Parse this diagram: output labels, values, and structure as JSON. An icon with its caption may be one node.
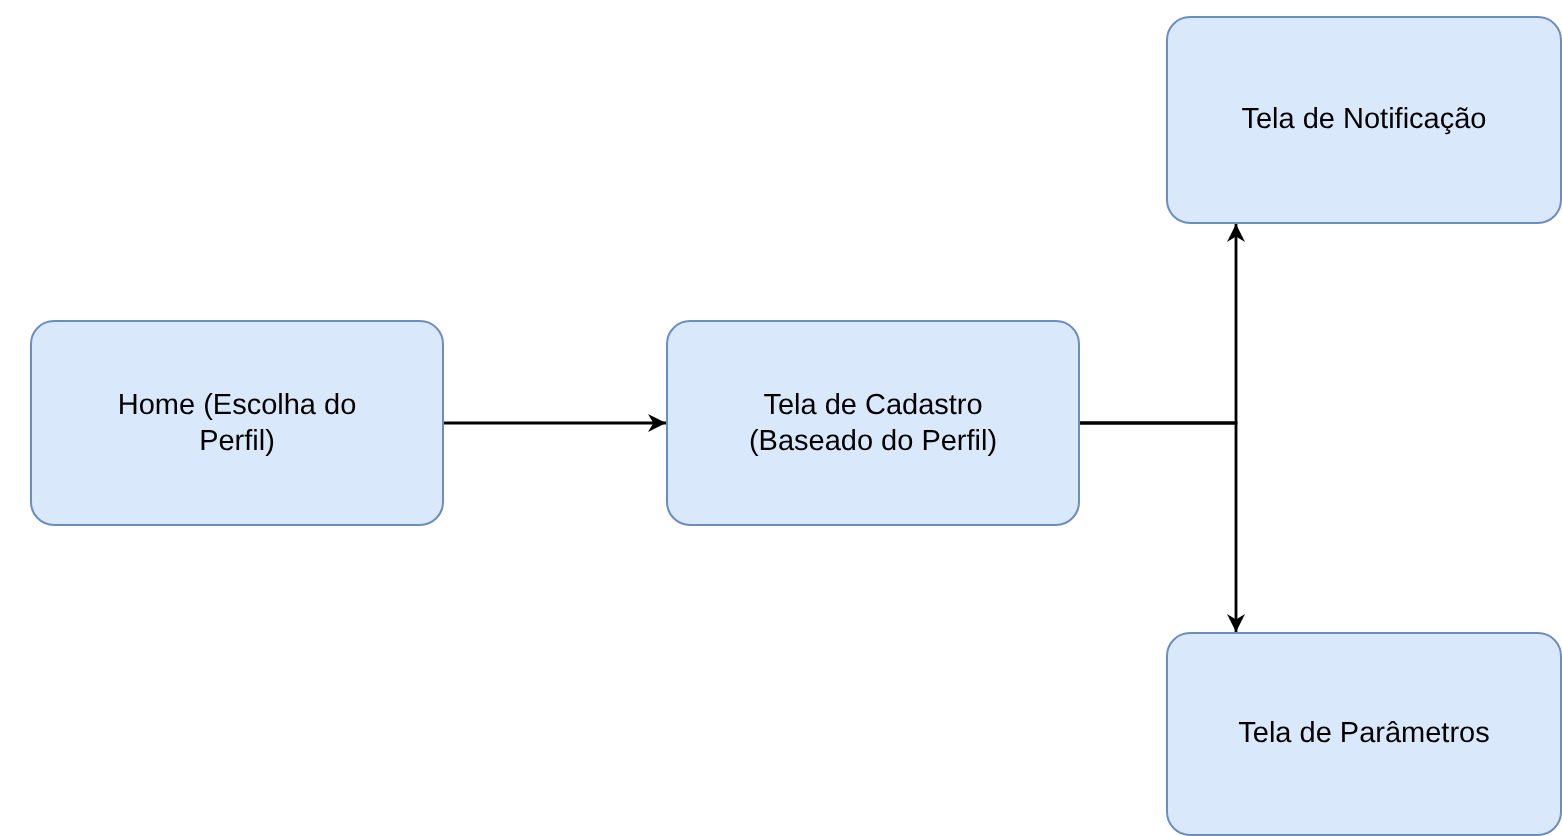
{
  "diagram": {
    "nodes": [
      {
        "text": [
          "Home (Escolha do Perfil)"
        ]
      },
      {
        "text": [
          "Tela de Cadastro (Baseado do Perfil)"
        ]
      },
      {
        "text": [
          "Tela de Notificação"
        ]
      },
      {
        "text": [
          "Tela de Parâmetros"
        ]
      }
    ],
    "edges": [
      {
        "from": 0,
        "to": 1,
        "arrow": "to"
      },
      {
        "from": 1,
        "to": 2,
        "arrow": "to"
      },
      {
        "from": 1,
        "to": 3,
        "arrow": "to"
      }
    ]
  }
}
